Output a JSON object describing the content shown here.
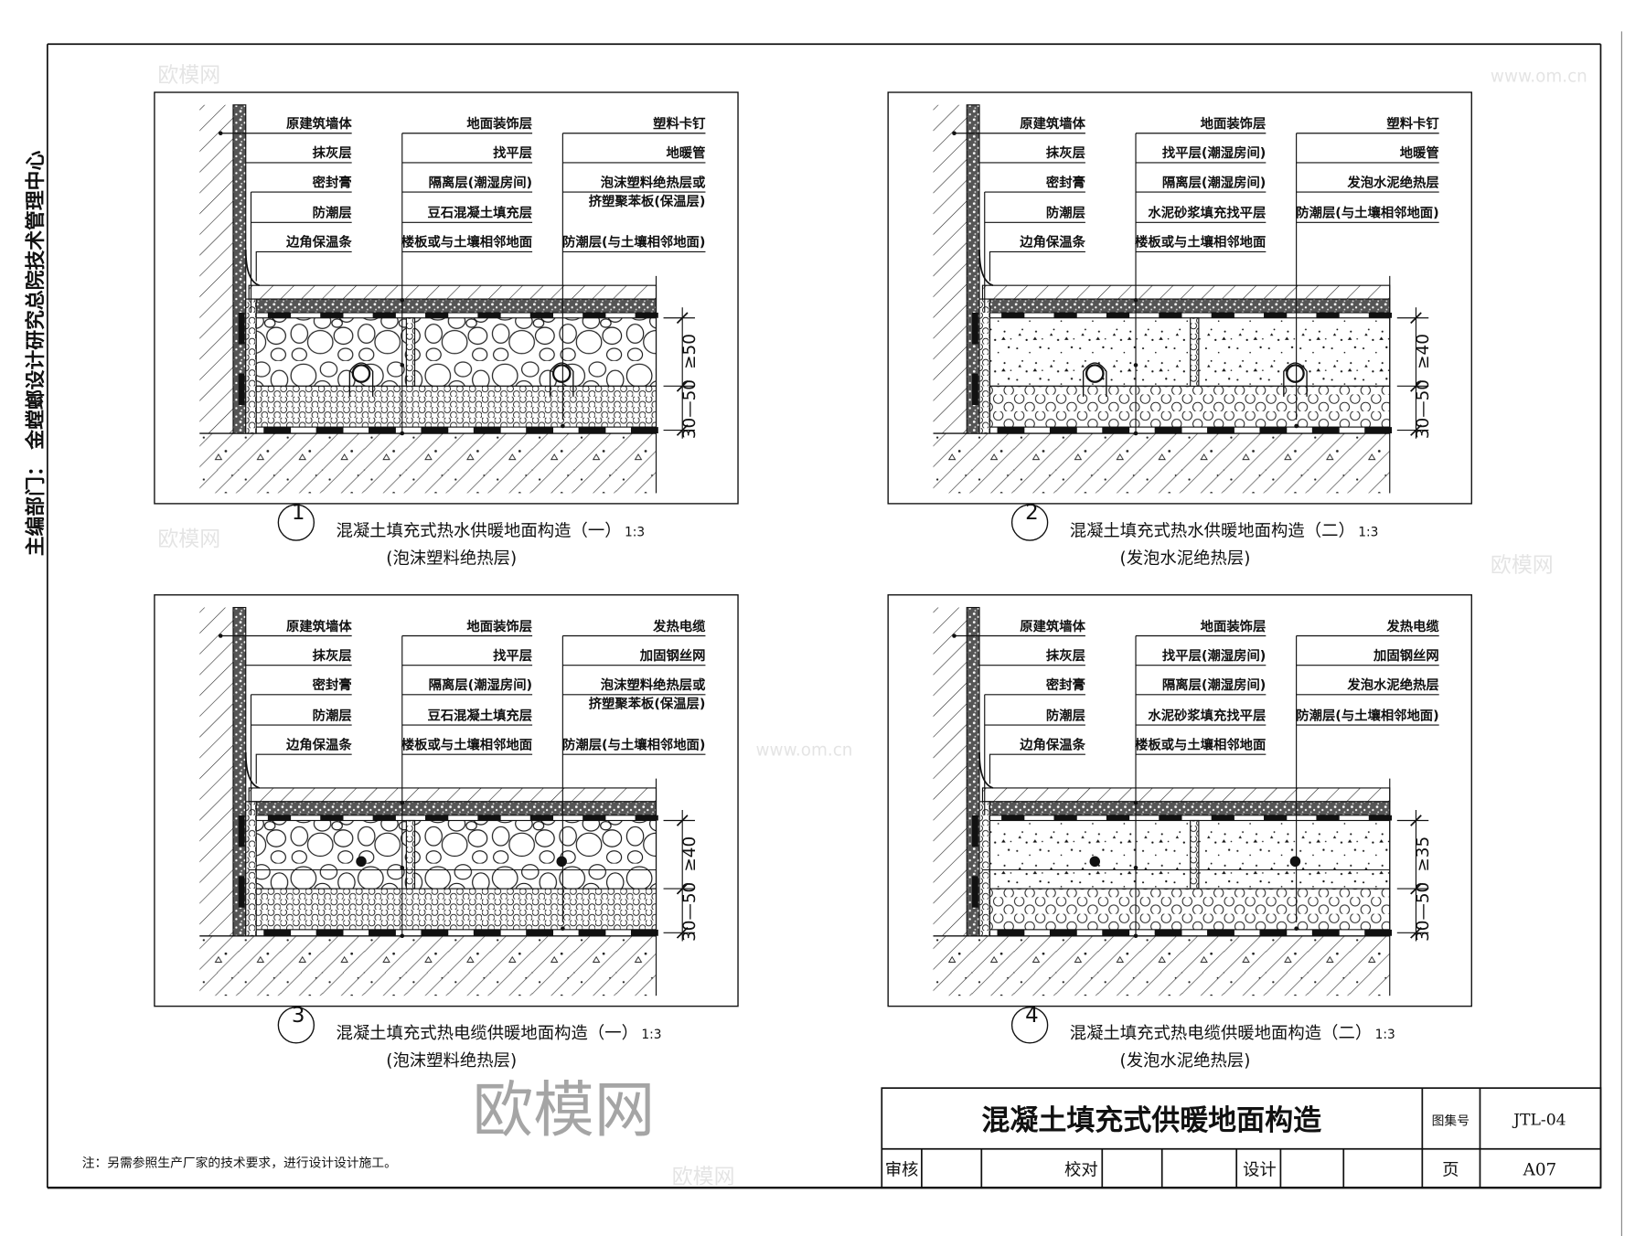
{
  "sheet": {
    "side_text": "主编部门：   金螳螂设计研究总院技术管理中心",
    "note": "注：另需参照生产厂家的技术要求，进行设计设计施工。",
    "watermark_logo": "欧模网",
    "watermark_url": "www.om.cn"
  },
  "title_block": {
    "title": "混凝土填充式供暖地面构造",
    "atlas_no_label": "图集号",
    "atlas_no": "JTL-04",
    "review_label": "审核",
    "check_label": "校对",
    "design_label": "设计",
    "page_label": "页",
    "page_no": "A07"
  },
  "drawings": [
    {
      "number": "1",
      "title": "混凝土填充式热水供暖地面构造（一）",
      "scale": "1:3",
      "subtitle": "(泡沫塑料绝热层)",
      "fill_type": "pebble-concrete",
      "heating": "hot-water-pipe",
      "dim_top": "≥50",
      "dim_bottom": "30—50",
      "col1": [
        [
          "原建筑墙体"
        ],
        [
          "抹灰层"
        ],
        [
          "密封膏"
        ],
        [
          "防潮层"
        ],
        [
          "边角保温条"
        ]
      ],
      "col2": [
        [
          "地面装饰层"
        ],
        [
          "找平层"
        ],
        [
          "隔离层(潮湿房间)"
        ],
        [
          "豆石混凝土填充层"
        ],
        [
          "楼板或与土壤相邻地面"
        ]
      ],
      "col3": [
        [
          "塑料卡钉"
        ],
        [
          "地暖管"
        ],
        [
          "泡沫塑料绝热层或",
          "挤塑聚苯板(保温层)"
        ],
        [
          "防潮层(与土壤相邻地面)"
        ]
      ]
    },
    {
      "number": "2",
      "title": "混凝土填充式热水供暖地面构造（二）",
      "scale": "1:3",
      "subtitle": "(发泡水泥绝热层)",
      "fill_type": "cement-mortar",
      "heating": "hot-water-pipe",
      "dim_top": "≥40",
      "dim_bottom": "30—50",
      "col1": [
        [
          "原建筑墙体"
        ],
        [
          "抹灰层"
        ],
        [
          "密封膏"
        ],
        [
          "防潮层"
        ],
        [
          "边角保温条"
        ]
      ],
      "col2": [
        [
          "地面装饰层"
        ],
        [
          "找平层(潮湿房间)"
        ],
        [
          "隔离层(潮湿房间)"
        ],
        [
          "水泥砂浆填充找平层"
        ],
        [
          "楼板或与土壤相邻地面"
        ]
      ],
      "col3": [
        [
          "塑料卡钉"
        ],
        [
          "地暖管"
        ],
        [
          "发泡水泥绝热层"
        ],
        [
          "防潮层(与土壤相邻地面)"
        ]
      ]
    },
    {
      "number": "3",
      "title": "混凝土填充式热电缆供暖地面构造（一）",
      "scale": "1:3",
      "subtitle": "(泡沫塑料绝热层)",
      "fill_type": "pebble-concrete",
      "heating": "heating-cable",
      "dim_top": "≥40",
      "dim_bottom": "30—50",
      "col1": [
        [
          "原建筑墙体"
        ],
        [
          "抹灰层"
        ],
        [
          "密封膏"
        ],
        [
          "防潮层"
        ],
        [
          "边角保温条"
        ]
      ],
      "col2": [
        [
          "地面装饰层"
        ],
        [
          "找平层"
        ],
        [
          "隔离层(潮湿房间)"
        ],
        [
          "豆石混凝土填充层"
        ],
        [
          "楼板或与土壤相邻地面"
        ]
      ],
      "col3": [
        [
          "发热电缆"
        ],
        [
          "加固钢丝网"
        ],
        [
          "泡沫塑料绝热层或",
          "挤塑聚苯板(保温层)"
        ],
        [
          "防潮层(与土壤相邻地面)"
        ]
      ]
    },
    {
      "number": "4",
      "title": "混凝土填充式热电缆供暖地面构造（二）",
      "scale": "1:3",
      "subtitle": "(发泡水泥绝热层)",
      "fill_type": "cement-mortar",
      "heating": "heating-cable",
      "dim_top": "≥35",
      "dim_bottom": "30—50",
      "col1": [
        [
          "原建筑墙体"
        ],
        [
          "抹灰层"
        ],
        [
          "密封膏"
        ],
        [
          "防潮层"
        ],
        [
          "边角保温条"
        ]
      ],
      "col2": [
        [
          "地面装饰层"
        ],
        [
          "找平层(潮湿房间)"
        ],
        [
          "隔离层(潮湿房间)"
        ],
        [
          "水泥砂浆填充找平层"
        ],
        [
          "楼板或与土壤相邻地面"
        ]
      ],
      "col3": [
        [
          "发热电缆"
        ],
        [
          "加固钢丝网"
        ],
        [
          "发泡水泥绝热层"
        ],
        [
          "防潮层(与土壤相邻地面)"
        ]
      ]
    }
  ]
}
